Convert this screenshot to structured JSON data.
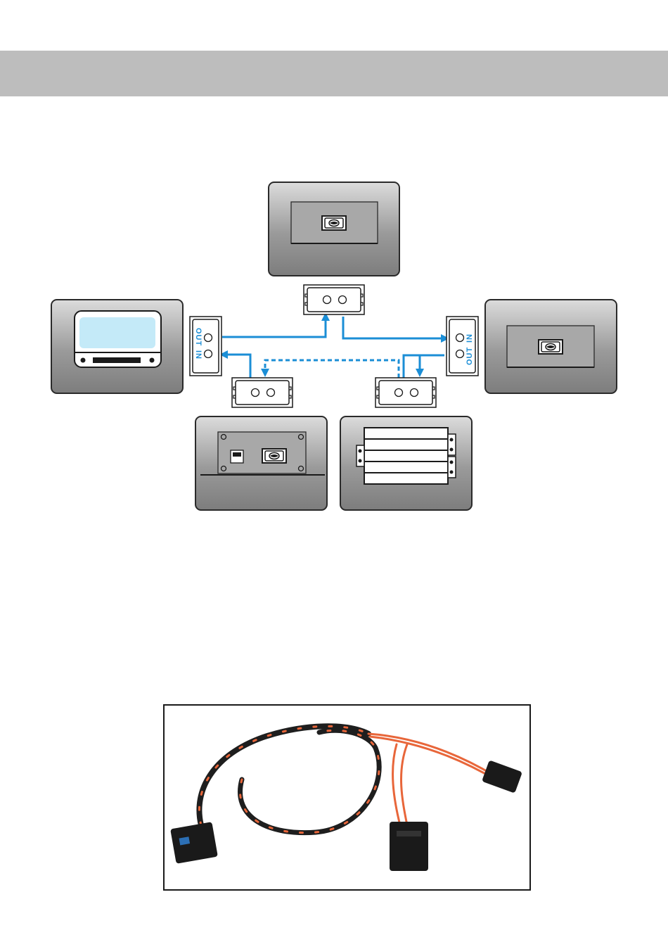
{
  "header": {
    "band_color": "#bdbdbd"
  },
  "diagram": {
    "accent_color": "#1b8ed6",
    "port_labels": {
      "out": "OUT",
      "in": "IN"
    },
    "devices": [
      {
        "name": "head-unit",
        "icon": "radio-icon"
      },
      {
        "name": "top-module",
        "icon": "fiber-socket-icon"
      },
      {
        "name": "right-module",
        "icon": "fiber-socket-icon"
      },
      {
        "name": "bottom-left-module",
        "icon": "fiber-socket-icon"
      },
      {
        "name": "bottom-right-amplifier",
        "icon": "heatsink-icon"
      }
    ]
  },
  "photo": {
    "subject": "fiber-optic-adapter-cable-icon",
    "cable_color": "#e8663a",
    "braid_color": "#1e1e1e"
  }
}
